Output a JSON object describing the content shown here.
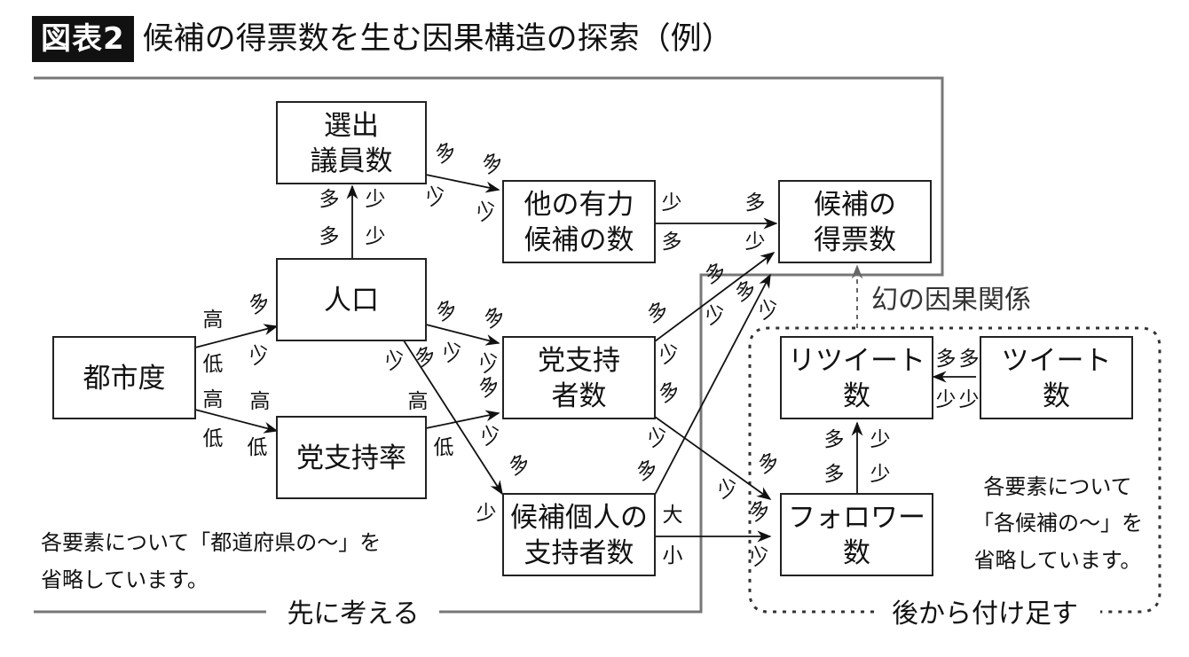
{
  "header": {
    "badge": "図表2",
    "title": "候補の得票数を生む因果構造の探索（例）"
  },
  "nodes": {
    "toshido": [
      "都市度"
    ],
    "jinko": [
      "人口"
    ],
    "senshutsu": [
      "選出",
      "議員数"
    ],
    "tano": [
      "他の有力",
      "候補の数"
    ],
    "tokuhyo": [
      "候補の",
      "得票数"
    ],
    "toshijiritsu": [
      "党支持率"
    ],
    "toshijisha": [
      "党支持",
      "者数"
    ],
    "kojin": [
      "候補個人の",
      "支持者数"
    ],
    "retweet": [
      "リツイート",
      "数"
    ],
    "tweet": [
      "ツイート",
      "数"
    ],
    "follower": [
      "フォロワー",
      "数"
    ]
  },
  "edge_labels": {
    "toshido_jinko": {
      "src_hi": "高",
      "src_lo": "低",
      "dst_hi": "多",
      "dst_lo": "少"
    },
    "toshido_ritsu": {
      "src_hi": "高",
      "src_lo": "低",
      "dst_hi": "高",
      "dst_lo": "低"
    },
    "jinko_senshutsu": {
      "src_hi": "多",
      "src_lo": "少",
      "dst_hi": "多",
      "dst_lo": "少"
    },
    "senshutsu_tano": {
      "src_hi": "多",
      "src_lo": "少",
      "dst_hi": "多",
      "dst_lo": "少"
    },
    "tano_tokuhyo": {
      "src_hi": "少",
      "src_lo": "多",
      "dst_hi": "多",
      "dst_lo": "少"
    },
    "jinko_shijisha": {
      "src_hi": "多",
      "src_lo": "少",
      "dst_hi": "多",
      "dst_lo": "少"
    },
    "ritsu_shijisha": {
      "src_hi": "高",
      "src_lo": "低",
      "dst_hi": "多",
      "dst_lo": "少"
    },
    "jinko_kojin": {
      "src_hi": "多",
      "src_lo": "少",
      "dst_hi": "多",
      "dst_lo": "少"
    },
    "shijisha_tokuhyo": {
      "src_hi": "多",
      "src_lo": "少",
      "dst_hi": "多",
      "dst_lo": "少"
    },
    "kojin_tokuhyo": {
      "src_hi": "多",
      "src_lo": "少",
      "dst_hi": "多",
      "dst_lo": "少"
    },
    "shijisha_follower": {
      "src_hi": "多",
      "src_lo": "少",
      "dst_hi": "多",
      "dst_lo": "少"
    },
    "kojin_follower": {
      "src_hi": "大",
      "src_lo": "小",
      "dst_hi": "多",
      "dst_lo": "少"
    },
    "tweet_retweet": {
      "src_hi": "多",
      "src_lo": "少",
      "dst_hi": "多",
      "dst_lo": "少"
    },
    "follower_retweet": {
      "src_hi": "多",
      "src_lo": "少",
      "dst_hi": "多",
      "dst_lo": "少"
    }
  },
  "notes": {
    "left_line1": "各要素について「都道府県の～」を",
    "left_line2": "省略しています。",
    "right_line1": "各要素について",
    "right_line2": "「各候補の～」を",
    "right_line3": "省略しています。"
  },
  "frames": {
    "first": "先に考える",
    "later": "後から付け足す",
    "phantom": "幻の因果関係"
  }
}
